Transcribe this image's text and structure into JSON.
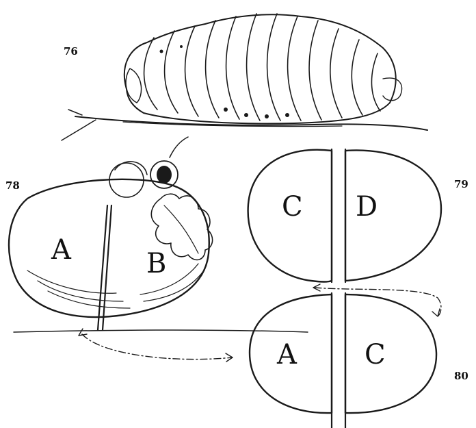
{
  "figure_numbers": {
    "fig76": "76",
    "fig78": "78",
    "fig79": "79",
    "fig80": "80"
  },
  "labels": {
    "fig78_left": "A",
    "fig78_right": "B",
    "fig79_left": "C",
    "fig79_right": "D",
    "fig80_left": "A",
    "fig80_right": "C"
  },
  "colors": {
    "ink": "#1a1a1a",
    "paper": "#ffffff"
  }
}
